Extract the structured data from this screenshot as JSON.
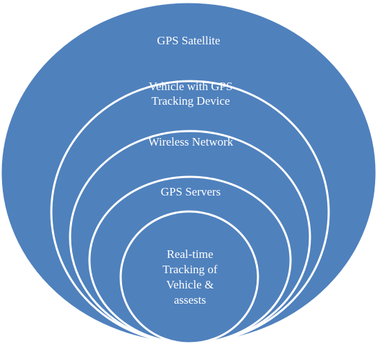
{
  "diagram": {
    "layers": [
      {
        "lines": [
          "GPS Satellite"
        ]
      },
      {
        "lines": [
          "Vehicle with GPS",
          "Tracking Device"
        ]
      },
      {
        "lines": [
          "Wireless Network"
        ]
      },
      {
        "lines": [
          "GPS Servers"
        ]
      },
      {
        "lines": [
          "Real-time",
          "Tracking of",
          "Vehicle &",
          "assests"
        ]
      }
    ],
    "colors": {
      "fill": "#4f81bd",
      "stroke": "#ffffff",
      "text": "#ffffff"
    }
  }
}
